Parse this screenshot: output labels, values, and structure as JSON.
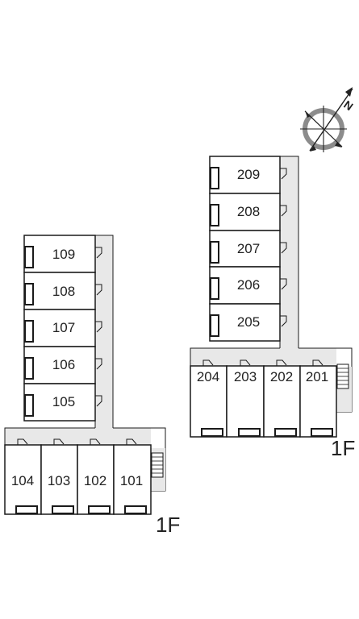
{
  "compass": {
    "north_letter": "N",
    "icon": "north-arrow-compass-icon"
  },
  "buildings": [
    {
      "floor_label": "1F",
      "side_rooms": [
        "109",
        "108",
        "107",
        "106",
        "105"
      ],
      "bottom_rooms": [
        "104",
        "103",
        "102",
        "101"
      ]
    },
    {
      "floor_label": "1F",
      "side_rooms": [
        "209",
        "208",
        "207",
        "206",
        "205"
      ],
      "bottom_rooms": [
        "204",
        "203",
        "202",
        "201"
      ]
    }
  ],
  "colors": {
    "walkway": "#e8e8e8",
    "line": "#1a1a1a",
    "compass_ring": "#8c8c8c"
  }
}
